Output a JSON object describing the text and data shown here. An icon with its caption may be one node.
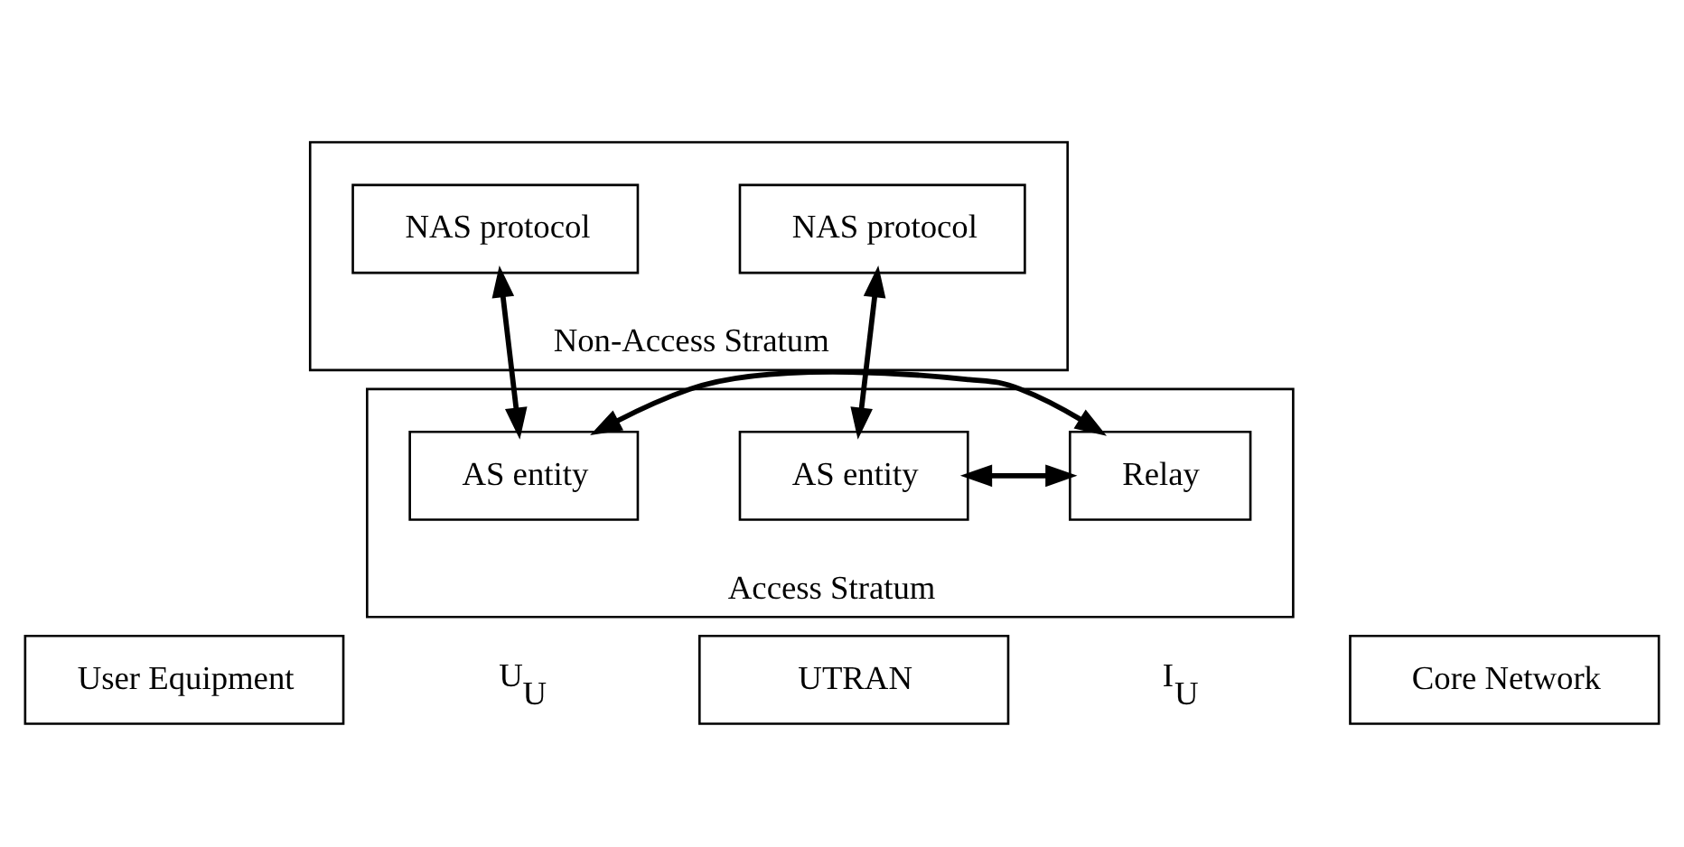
{
  "diagram": {
    "nodes": [
      {
        "text": [
          "User Equipment"
        ]
      },
      {
        "text": [
          "UTRAN"
        ]
      },
      {
        "text": [
          "Core Network"
        ]
      },
      {
        "text": [
          "Non-Access Stratum"
        ]
      },
      {
        "text": [
          "NAS protocol"
        ],
        "in": 3
      },
      {
        "text": [
          "NAS protocol"
        ],
        "in": 3
      },
      {
        "text": [
          "Access Stratum"
        ]
      },
      {
        "text": [
          "AS entity"
        ],
        "in": 6
      },
      {
        "text": [
          "Relay"
        ],
        "in": 6
      },
      {
        "text": [
          "AS entity"
        ],
        "in": 6
      }
    ],
    "edges": [
      {
        "from": 4,
        "to": 7,
        "arrow": "both"
      },
      {
        "from": 7,
        "to": 8,
        "arrow": "both"
      },
      {
        "from": 8,
        "to": 9,
        "arrow": "both"
      },
      {
        "from": 5,
        "to": 9,
        "arrow": "both"
      }
    ],
    "labels": [
      "U$_{U}$",
      "I$_{U}$"
    ]
  }
}
